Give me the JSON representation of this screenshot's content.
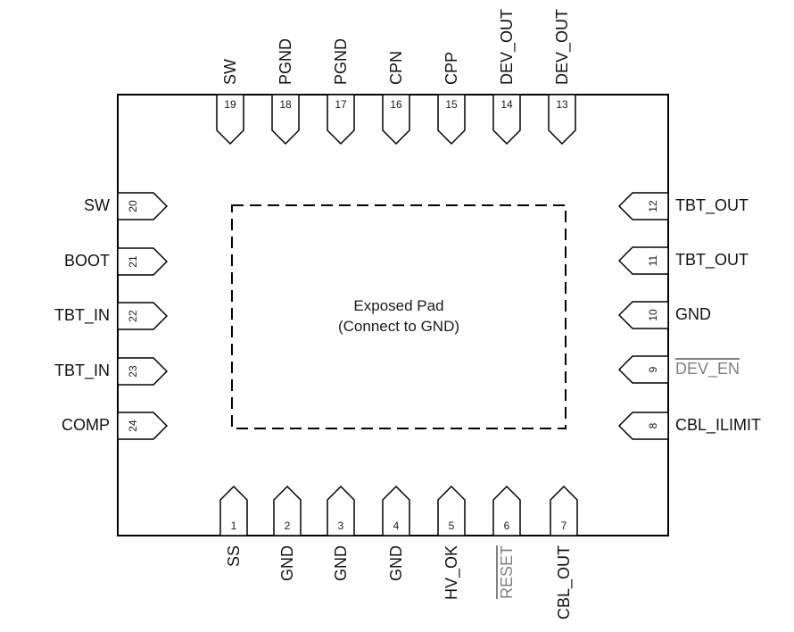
{
  "exposed_pad": {
    "line1": "Exposed Pad",
    "line2": "(Connect to GND)"
  },
  "colors": {
    "line": "#000000",
    "label": "#111111",
    "muted_label": "#808080",
    "background": "#ffffff"
  },
  "pins": {
    "top": [
      {
        "num": "19",
        "label": "SW"
      },
      {
        "num": "18",
        "label": "PGND"
      },
      {
        "num": "17",
        "label": "PGND"
      },
      {
        "num": "16",
        "label": "CPN"
      },
      {
        "num": "15",
        "label": "CPP"
      },
      {
        "num": "14",
        "label": "DEV_OUT"
      },
      {
        "num": "13",
        "label": "DEV_OUT"
      }
    ],
    "right": [
      {
        "num": "12",
        "label": "TBT_OUT"
      },
      {
        "num": "11",
        "label": "TBT_OUT"
      },
      {
        "num": "10",
        "label": "GND"
      },
      {
        "num": "9",
        "label": "DEV_EN",
        "overline": true,
        "muted": true
      },
      {
        "num": "8",
        "label": "CBL_ILIMIT"
      }
    ],
    "bottom": [
      {
        "num": "1",
        "label": "SS"
      },
      {
        "num": "2",
        "label": "GND"
      },
      {
        "num": "3",
        "label": "GND"
      },
      {
        "num": "4",
        "label": "GND"
      },
      {
        "num": "5",
        "label": "HV_OK"
      },
      {
        "num": "6",
        "label": "RESET",
        "overline": true,
        "muted": true
      },
      {
        "num": "7",
        "label": "CBL_OUT"
      }
    ],
    "left": [
      {
        "num": "20",
        "label": "SW"
      },
      {
        "num": "21",
        "label": "BOOT"
      },
      {
        "num": "22",
        "label": "TBT_IN"
      },
      {
        "num": "23",
        "label": "TBT_IN"
      },
      {
        "num": "24",
        "label": "COMP"
      }
    ]
  }
}
